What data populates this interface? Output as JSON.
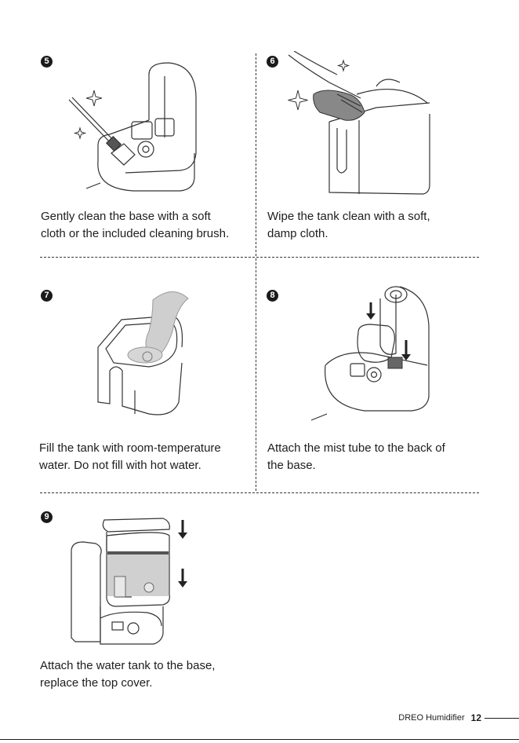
{
  "steps": [
    {
      "num": "5",
      "caption_line1": "Gently clean the base with a soft",
      "caption_line2": "cloth or the included cleaning brush.",
      "illustration": "base-cleaning-brush"
    },
    {
      "num": "6",
      "caption_line1": "Wipe the tank clean with a soft,",
      "caption_line2": "damp cloth.",
      "illustration": "tank-wiping-hand"
    },
    {
      "num": "7",
      "caption_line1": "Fill the tank with room-temperature",
      "caption_line2": "water. Do not fill with hot water.",
      "illustration": "tank-filling-water"
    },
    {
      "num": "8",
      "caption_line1": "Attach the mist tube to the back of",
      "caption_line2": "the base.",
      "illustration": "mist-tube-attach"
    },
    {
      "num": "9",
      "caption_line1": "Attach the water tank to the base,",
      "caption_line2": "replace the top cover.",
      "illustration": "tank-attach-cover"
    }
  ],
  "footer": {
    "brand": "DREO Humidifier",
    "page": "12"
  }
}
